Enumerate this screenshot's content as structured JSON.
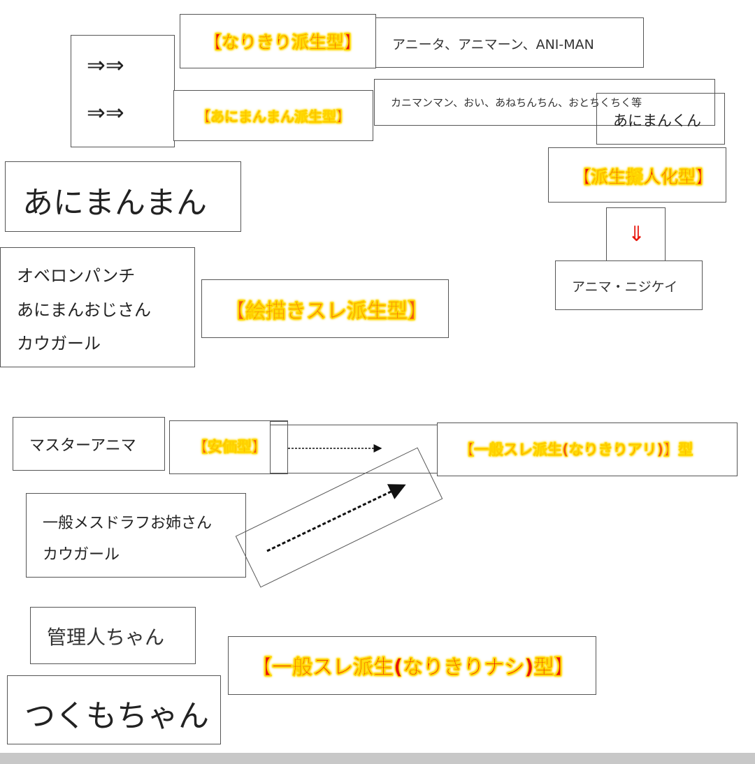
{
  "arrows": {
    "double_right": "⇒⇒",
    "double_down": "⇓"
  },
  "labels": {
    "narikiri": "【なりきり派生型】",
    "animanman_derived": "【あにまんまん派生型】",
    "personification": "【派生擬人化型】",
    "drawing_thread": "【絵描きスレ派生型】",
    "cheap": "【安価型】",
    "general_with": "【一般スレ派生(なりきりアリ)】型",
    "general_without": "【一般スレ派生(なりきりナシ)型】"
  },
  "names": {
    "narikiri_list": "アニータ、アニマーン、ANI-MAN",
    "derived_list": "カニマンマン、おい、あねちんちん、おとちくちく等",
    "animan_kun": "あにまんくん",
    "animanman": "あにまんまん",
    "anima_nijikei": "アニマ・ニジケイ",
    "drawing_chars": [
      "オベロンパンチ",
      "あにまんおじさん",
      "カウガール"
    ],
    "master_anima": "マスターアニマ",
    "general_chars": [
      "一般メスドラフお姉さん",
      "カウガール"
    ],
    "kanrinin": "管理人ちゃん",
    "tsukumo": "つくもちゃん"
  },
  "colors": {
    "red": "#e8160c",
    "orange": "#f05a12",
    "highlight": "#ffe600",
    "arrow_red": "#e8160c"
  }
}
